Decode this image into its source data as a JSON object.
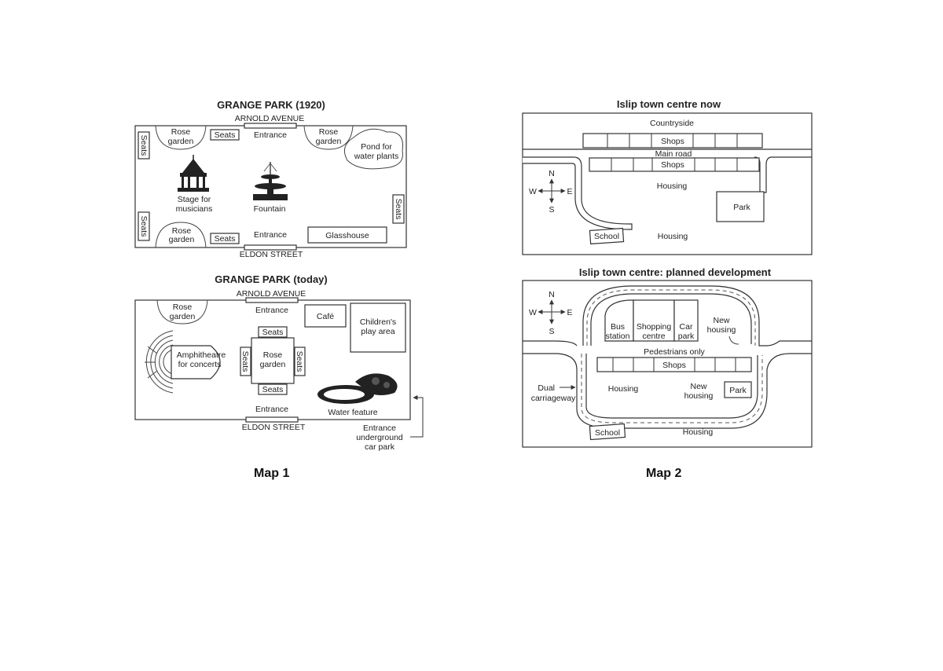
{
  "map1": {
    "caption": "Map 1",
    "park1920": {
      "title": "GRANGE PARK (1920)",
      "north_street": "ARNOLD AVENUE",
      "south_street": "ELDON STREET",
      "entrance": "Entrance",
      "seats": "Seats",
      "rose_garden": [
        "Rose",
        "garden"
      ],
      "pond": [
        "Pond for",
        "water plants"
      ],
      "stage": [
        "Stage for",
        "musicians"
      ],
      "fountain": "Fountain",
      "glasshouse": "Glasshouse"
    },
    "parkToday": {
      "title": "GRANGE PARK (today)",
      "north_street": "ARNOLD AVENUE",
      "south_street": "ELDON STREET",
      "entrance": "Entrance",
      "seats": "Seats",
      "rose_garden": [
        "Rose",
        "garden"
      ],
      "cafe": "Café",
      "play_area": [
        "Children's",
        "play area"
      ],
      "amphitheatre": [
        "Amphitheatre",
        "for concerts"
      ],
      "water_feature": "Water feature",
      "car_park_entrance": [
        "Entrance",
        "underground",
        "car park"
      ]
    }
  },
  "map2": {
    "caption": "Map 2",
    "now": {
      "title": "Islip town centre now",
      "countryside": "Countryside",
      "shops": "Shops",
      "main_road": "Main road",
      "housing": "Housing",
      "park": "Park",
      "school": "School",
      "compass": {
        "n": "N",
        "s": "S",
        "e": "E",
        "w": "W"
      }
    },
    "planned": {
      "title": "Islip town centre: planned development",
      "bus_station": [
        "Bus",
        "station"
      ],
      "shopping_centre": [
        "Shopping",
        "centre"
      ],
      "car_park": [
        "Car",
        "park"
      ],
      "new_housing": [
        "New",
        "housing"
      ],
      "pedestrians_only": "Pedestrians only",
      "shops": "Shops",
      "housing": "Housing",
      "park": "Park",
      "school": "School",
      "dual_carriageway": [
        "Dual",
        "carriageway"
      ],
      "compass": {
        "n": "N",
        "s": "S",
        "e": "E",
        "w": "W"
      }
    }
  }
}
